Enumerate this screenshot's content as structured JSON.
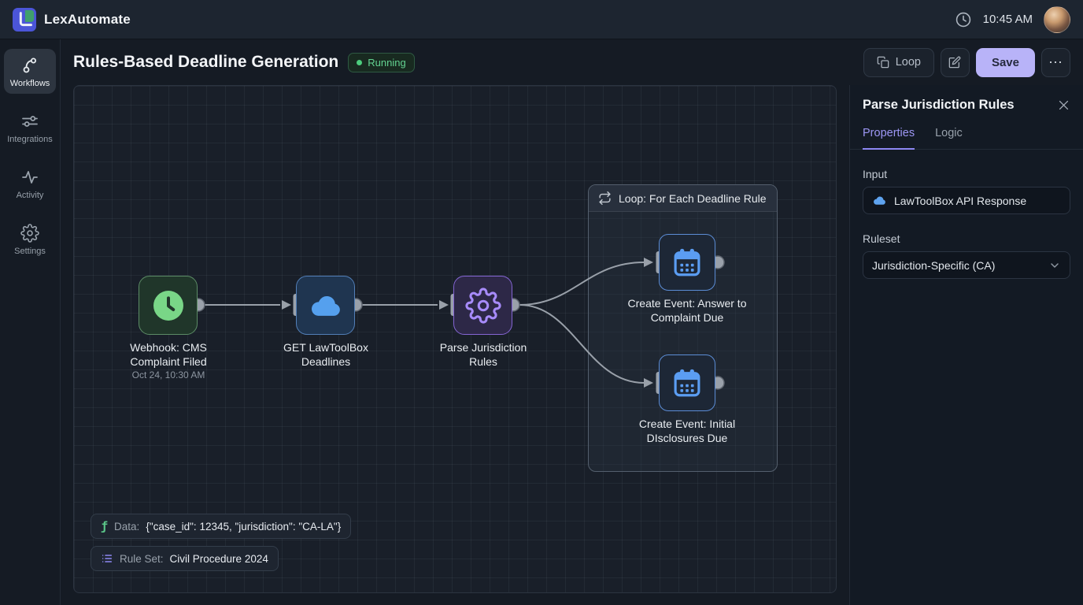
{
  "app": {
    "name": "LexAutomate",
    "time": "10:45 AM"
  },
  "sidebar": {
    "items": [
      {
        "label": "Workflows",
        "active": true
      },
      {
        "label": "Integrations",
        "active": false
      },
      {
        "label": "Activity",
        "active": false
      },
      {
        "label": "Settings",
        "active": false
      }
    ]
  },
  "header": {
    "title": "Rules-Based Deadline Generation",
    "status_badge": "Running",
    "loop_button": "Loop",
    "save_button": "Save",
    "more_button": "⋯"
  },
  "canvas": {
    "nodes": {
      "webhook": {
        "label": "Webhook: CMS\nComplaint Filed",
        "timestamp": "Oct 24, 10:30 AM"
      },
      "get_deadlines": {
        "label": "GET LawToolBox\nDeadlines"
      },
      "parse_rules": {
        "label": "Parse Jurisdiction\nRules"
      },
      "create_event_answer": {
        "label": "Create Event: Answer to\nComplaint Due"
      },
      "create_event_disclosures": {
        "label": "Create Event: Initial\nDIsclosures Due"
      }
    },
    "loop_group": {
      "title": "Loop: For Each Deadline Rule"
    },
    "chips": {
      "data": {
        "icon_glyph": "ƒ",
        "label": "Data:",
        "value": "{\"case_id\": 12345, \"jurisdiction\": \"CA-LA\"}"
      },
      "rule_set": {
        "label": "Rule Set:",
        "value": "Civil Procedure 2024"
      }
    }
  },
  "panel": {
    "title": "Parse Jurisdiction Rules",
    "tab_properties": "Properties",
    "tab_logic": "Logic",
    "input_label": "Input",
    "input_value": "LawToolBox API Response",
    "ruleset_label": "Ruleset",
    "ruleset_value": "Jurisdiction-Specific (CA)"
  },
  "colors": {
    "accent_purple": "#8d87f2",
    "save_button_bg": "#b8b3f8",
    "running_green": "#63d391",
    "node_green": "#79d687",
    "node_blue": "#55a0ee",
    "node_purple": "#a78bfa",
    "port_gray": "#9aa1aa"
  }
}
